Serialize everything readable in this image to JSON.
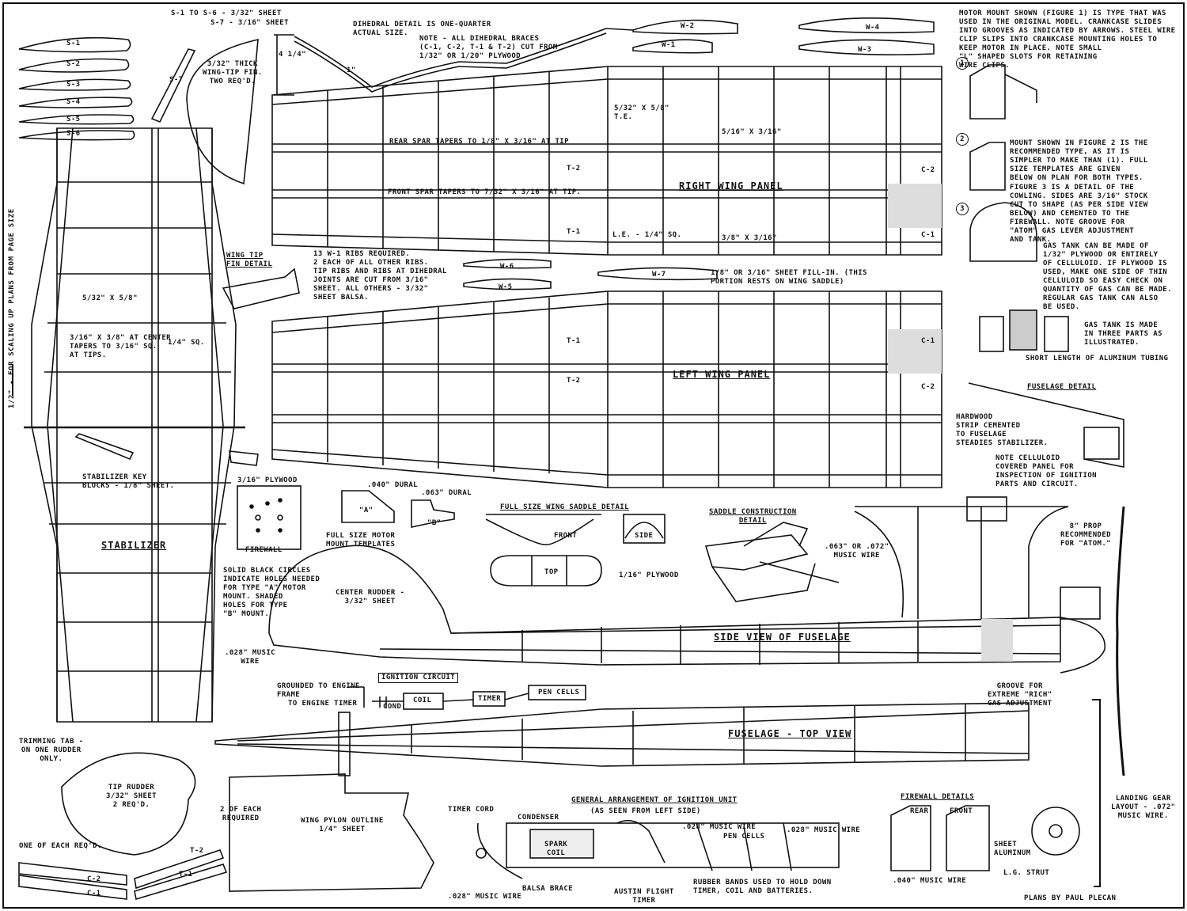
{
  "scale_note": "1/2\" - FOR SCALING UP PLANS FROM PAGE SIZE",
  "notes": {
    "s_sheet_1": "S-1 TO S-6 - 3/32\" SHEET",
    "s_sheet_2": "S-7 - 3/16\" SHEET",
    "wingtip_fin": "3/32\" THICK\nWING-TIP FIN.\nTWO REQ'D.",
    "dihedral_detail": "DIHEDRAL DETAIL IS ONE-QUARTER\nACTUAL SIZE.",
    "dihedral_braces": "NOTE - ALL DIHEDRAL BRACES\n(C-1, C-2, T-1 & T-2) CUT FROM\n1/32\" OR 1/20\" PLYWOOD",
    "dim_4_1_4": "4 1/4\"",
    "dim_1": "1\"",
    "rear_spar": "REAR SPAR TAPERS TO 1/8\" X 3/16\" AT TIP",
    "front_spar": "FRONT SPAR TAPERS TO 7/32\" X 3/16\" AT TIP.",
    "te": "5/32\" X 5/8\"\nT.E.",
    "spar_5_16": "5/16\" X 3/16\"",
    "spar_3_8": "3/8\" X 3/16\"",
    "le": "L.E. - 1/4\" SQ.",
    "ribs_note": "13 W-1 RIBS REQUIRED.\n2 EACH OF ALL OTHER RIBS.\nTIP RIBS AND RIBS AT DIHEDRAL\nJOINTS ARE CUT FROM 3/16\"\nSHEET. ALL OTHERS - 3/32\"\nSHEET BALSA.",
    "fill_in": "1/8\" OR 3/16\" SHEET FILL-IN. (THIS\nPORTION RESTS ON WING SADDLE)",
    "stab_le": "5/32\" X 5/8\"",
    "stab_spar": "3/16\" X 3/8\" AT CENTER\nTAPERS TO 3/16\" SQ.\nAT TIPS.",
    "stab_sq": "1/4\" SQ.",
    "stab_key": "STABILIZER KEY\nBLOCKS - 1/8\" SHEET.",
    "firewall_ply": "3/16\" PLYWOOD",
    "dural_040": ".040\" DURAL",
    "dural_063": ".063\" DURAL",
    "mount_templates": "FULL SIZE MOTOR\nMOUNT TEMPLATES",
    "solid_circles": "SOLID BLACK CIRCLES\nINDICATE HOLES NEEDED\nFOR TYPE \"A\" MOTOR\nMOUNT. SHADED\nHOLES FOR TYPE\n\"B\" MOUNT.",
    "center_rudder": "CENTER RUDDER -\n3/32\" SHEET",
    "music_028": ".028\" MUSIC\nWIRE",
    "ply_1_16": "1/16\" PLYWOOD",
    "music_063": ".063\" OR .072\"\nMUSIC WIRE",
    "prop": "8\" PROP\nRECOMMENDED\nFOR \"ATOM.\"",
    "groove": "GROOVE FOR\nEXTREME \"RICH\"\nGAS ADJUSTMENT",
    "grounded": "GROUNDED TO ENGINE\nFRAME",
    "to_timer": "TO ENGINE TIMER",
    "cond": "COND.",
    "coil": "COIL",
    "timer": "TIMER",
    "pen_cells": "PEN CELLS",
    "trim_tab": "TRIMMING TAB -\nON ONE RUDDER\nONLY.",
    "tip_rudder": "TIP RUDDER\n3/32\" SHEET\n2 REQ'D.",
    "one_each": "ONE OF EACH REQ'D.",
    "two_each": "2 OF EACH\nREQUIRED",
    "pylon": "WING PYLON OUTLINE\n1/4\" SHEET",
    "timer_cord": "TIMER CORD",
    "condenser": "CONDENSER",
    "spark_coil": "SPARK\nCOIL",
    "music_028b": ".028\" MUSIC WIRE",
    "pen_cells2": "PEN CELLS",
    "music_028c": ".028\" MUSIC WIRE",
    "balsa_brace": "BALSA BRACE",
    "austin": "AUSTIN FLIGHT\nTIMER",
    "rubber": "RUBBER BANDS USED TO HOLD DOWN\nTIMER, COIL AND BATTERIES.",
    "music_028d": ".028\" MUSIC WIRE",
    "rear": "REAR",
    "front": "FRONT",
    "sheet_al": "SHEET\nALUMINUM",
    "music_040": ".040\" MUSIC WIRE",
    "lg_strut": "L.G. STRUT",
    "landing_gear": "LANDING GEAR\nLAYOUT - .072\"\nMUSIC WIRE.",
    "plans_by": "PLANS BY PAUL PLECAN",
    "motor_mount_1": "MOTOR MOUNT SHOWN (FIGURE 1) IS TYPE THAT WAS\nUSED IN THE ORIGINAL MODEL. CRANKCASE SLIDES\nINTO GROOVES AS INDICATED BY ARROWS. STEEL WIRE\nCLIP SLIPS INTO CRANKCASE MOUNTING HOLES TO\nKEEP MOTOR IN PLACE. NOTE SMALL\n\"L\" SHAPED SLOTS FOR RETAINING\nWIRE CLIPS.",
    "motor_mount_2": "MOUNT SHOWN IN FIGURE 2 IS THE\nRECOMMENDED TYPE, AS IT IS\nSIMPLER TO MAKE THAN (1). FULL\nSIZE TEMPLATES ARE GIVEN\nBELOW ON PLAN FOR BOTH TYPES.",
    "figure_3": "FIGURE 3 IS A DETAIL OF THE\nCOWLING. SIDES ARE 3/16\" STOCK\nCUT TO SHAPE (AS PER SIDE VIEW\nBELOW) AND CEMENTED TO THE\nFIREWALL. NOTE GROOVE FOR\n\"ATOM\" GAS LEVER ADJUSTMENT\nAND TANK.",
    "gas_tank": "GAS TANK CAN BE MADE OF\n1/32\" PLYWOOD OR ENTIRELY\nOF CELLULOID. IF PLYWOOD IS\nUSED, MAKE ONE SIDE OF THIN\nCELLULOID SO EASY CHECK ON\nQUANTITY OF GAS CAN BE MADE.\nREGULAR GAS TANK CAN ALSO\nBE USED.",
    "gas_three": "GAS TANK IS MADE\nIN THREE PARTS AS\nILLUSTRATED.",
    "short_tube": "SHORT LENGTH OF ALUMINUM TUBING",
    "hardwood": "HARDWOOD\nSTRIP CEMENTED\nTO FUSELAGE\nSTEADIES STABILIZER.",
    "celluloid": "NOTE CELLULOID\nCOVERED PANEL FOR\nINSPECTION OF IGNITION\nPARTS AND CIRCUIT."
  },
  "titles": {
    "right_wing": "RIGHT WING PANEL",
    "left_wing": "LEFT WING PANEL",
    "stabilizer": "STABILIZER",
    "wing_tip_fin": "WING TIP\nFIN DETAIL",
    "firewall": "FIREWALL",
    "saddle": "FULL SIZE WING SADDLE DETAIL",
    "saddle_const": "SADDLE CONSTRUCTION\nDETAIL",
    "side_view": "SIDE VIEW OF FUSELAGE",
    "top_view": "FUSELAGE - TOP VIEW",
    "ignition": "IGNITION CIRCUIT",
    "general": "GENERAL ARRANGEMENT OF IGNITION UNIT",
    "general_sub": "(AS SEEN FROM LEFT SIDE)",
    "firewall_details": "FIREWALL DETAILS",
    "fuselage_detail": "FUSELAGE DETAIL"
  },
  "parts": {
    "s1": "S-1",
    "s2": "S-2",
    "s3": "S-3",
    "s4": "S-4",
    "s5": "S-5",
    "s6": "S-6",
    "s7": "S-7",
    "w1": "W-1",
    "w2": "W-2",
    "w3": "W-3",
    "w4": "W-4",
    "w5": "W-5",
    "w6": "W-6",
    "w7": "W-7",
    "t1a": "T-1",
    "t2a": "T-2",
    "t1b": "T-1",
    "t2b": "T-2",
    "c1a": "C-1",
    "c2a": "C-2",
    "c1b": "C-1",
    "c2b": "C-2",
    "t1c": "T-1",
    "t2c": "T-2",
    "c1c": "C-1",
    "c2c": "C-2",
    "a": "\"A\"",
    "b": "\"B\"",
    "front": "FRONT",
    "side": "SIDE",
    "top": "TOP",
    "fig1": "1",
    "fig2": "2",
    "fig3": "3"
  }
}
